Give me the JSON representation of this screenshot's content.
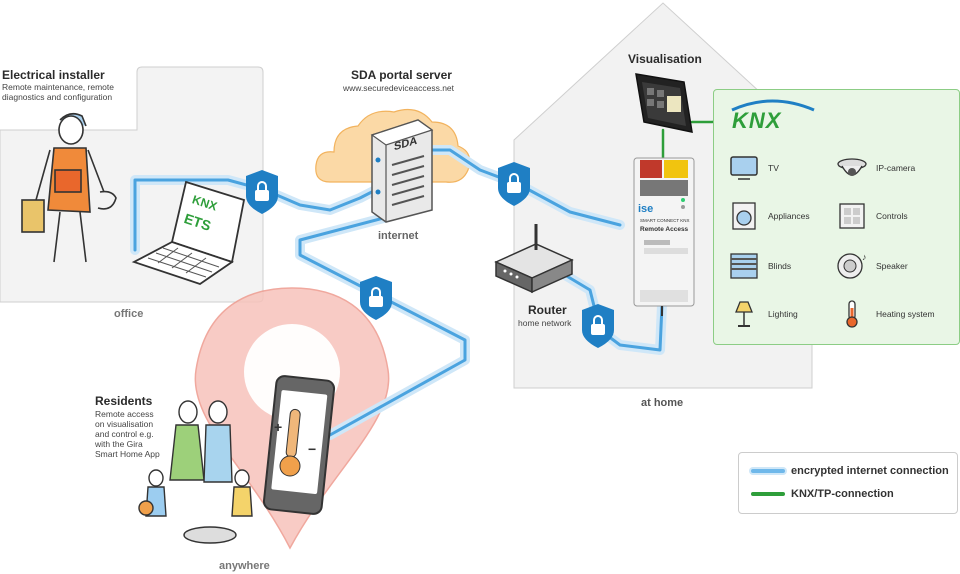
{
  "installer": {
    "title": "Electrical installer",
    "desc": [
      "Remote maintenance, remote",
      "diagnostics and configuration"
    ],
    "place": "office"
  },
  "server": {
    "title": "SDA portal server",
    "url": "www.securedeviceaccess.net",
    "place": "internet",
    "badge": "SDA"
  },
  "visualisation": {
    "title": "Visualisation"
  },
  "router": {
    "title": "Router",
    "sub": "home network"
  },
  "home": {
    "place": "at home"
  },
  "residents": {
    "title": "Residents",
    "desc": [
      "Remote access",
      "on visualisation",
      "and control e.g.",
      "with the Gira",
      "Smart Home App"
    ],
    "place": "anywhere"
  },
  "module": {
    "brand": "ise",
    "line1": "SMART CONNECT KNX",
    "line2": "Remote Access"
  },
  "knx": {
    "logo": "KNX",
    "devices": [
      {
        "label": "TV",
        "icon": "tv-icon"
      },
      {
        "label": "IP-camera",
        "icon": "ip-camera-icon"
      },
      {
        "label": "Appliances",
        "icon": "washing-machine-icon"
      },
      {
        "label": "Controls",
        "icon": "controls-icon"
      },
      {
        "label": "Blinds",
        "icon": "blinds-icon"
      },
      {
        "label": "Speaker",
        "icon": "speaker-icon"
      },
      {
        "label": "Lighting",
        "icon": "lamp-icon"
      },
      {
        "label": "Heating system",
        "icon": "thermometer-icon"
      }
    ]
  },
  "laptop": {
    "logo1": "KNX",
    "logo2": "ETS"
  },
  "legend": {
    "items": [
      {
        "label": "encrypted internet connection",
        "color": "#6fb8ea"
      },
      {
        "label": "KNX/TP-connection",
        "color": "#2e9e3a"
      }
    ]
  },
  "colors": {
    "encrypted": "#4aa3df",
    "knx": "#2e9e3a",
    "shield": "#1f7fc4",
    "cloud": "#f6c27a",
    "pin": "#f3a69b"
  }
}
